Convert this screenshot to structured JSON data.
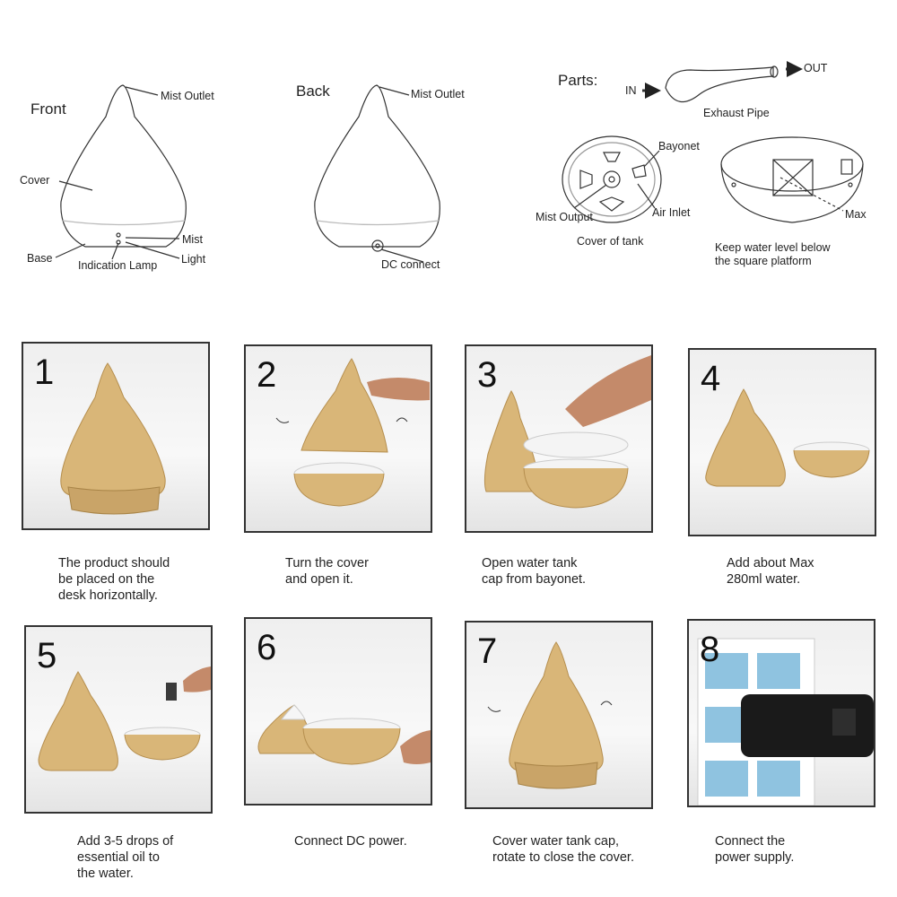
{
  "diagram": {
    "front": {
      "title": "Front",
      "mist_outlet": "Mist Outlet",
      "cover": "Cover",
      "mist": "Mist",
      "base": "Base",
      "light": "Light",
      "indication_lamp": "Indication Lamp"
    },
    "back": {
      "title": "Back",
      "mist_outlet": "Mist Outlet",
      "dc_connect": "DC connect"
    },
    "parts": {
      "title": "Parts:",
      "in": "IN",
      "out": "OUT",
      "exhaust_pipe": "Exhaust Pipe",
      "bayonet": "Bayonet",
      "mist_output": "Mist Output",
      "air_inlet": "Air Inlet",
      "cover_of_tank": "Cover of tank",
      "max": "Max",
      "keep_water_line1": "Keep water level below",
      "keep_water_line2": "the square platform"
    }
  },
  "steps": [
    {
      "number": "1",
      "caption": "The product should\nbe placed on the\ndesk horizontally."
    },
    {
      "number": "2",
      "caption": "Turn the cover\nand open it."
    },
    {
      "number": "3",
      "caption": "Open water tank\ncap from bayonet."
    },
    {
      "number": "4",
      "caption": "Add about Max\n280ml water."
    },
    {
      "number": "5",
      "caption": "Add 3-5 drops of\nessential oil to\nthe water."
    },
    {
      "number": "6",
      "caption": "Connect DC power."
    },
    {
      "number": "7",
      "caption": "Cover water tank cap,\nrotate to close the cover."
    },
    {
      "number": "8",
      "caption": "Connect the\n power supply."
    }
  ],
  "colors": {
    "wood": "#d9b678",
    "wood_dark": "#b58e4e",
    "base_white": "#f4f4f4",
    "socket_blue": "#8fc3e0",
    "adapter": "#1a1a1a"
  }
}
